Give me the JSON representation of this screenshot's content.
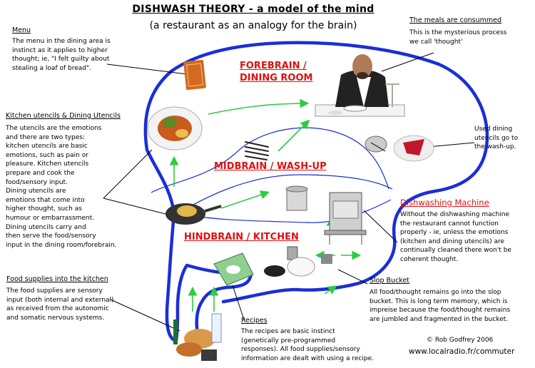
{
  "title": "DISHWASH THEORY - a model of the mind",
  "subtitle": "(a restaurant as an analogy for the brain)",
  "regions": {
    "forebrain": "FOREBRAIN /\nDINING ROOM",
    "midbrain": "MIDBRAIN / WASH-UP",
    "hindbrain": "HINDBRAIN / KITCHEN"
  },
  "notes": {
    "menu": {
      "heading": "Menu",
      "text": "The menu in the dining area is\ninstinct as it applies to higher\nthought; ie, \"I felt guilty about\nstealing a loaf of bread\"."
    },
    "utensils": {
      "heading": "Kitchen utencils & Dining Utencils",
      "text": "The utencils are the emotions\nand there are two types:\nkitchen utencils are basic\nemotions, such as pain or\npleasure. Kitchen utencils\nprepare and cook the\nfood/sensory input.\nDining utencils are\nemotions that come into\nhigher thought, such as\nhumour or embarrassment.\nDining utencils carry and\nthen serve the food/sensory\ninput in the dining room/forebrain."
    },
    "food": {
      "heading": "Food supplies into the kitchen",
      "text": "The food supplies are sensory\ninput (both internal and external)\nas received from the autonomic\nand somatic nervous systems."
    },
    "meals": {
      "heading": "The meals are consummed",
      "text": "This is the mysterious process\nwe call 'thought'"
    },
    "used": {
      "text": "Used dining\nutencils go to\nthe wash-up."
    },
    "dishwasher": {
      "heading": "Dishwashing Machine",
      "text": "Without the dishwashing machine\nthe restaurant cannot function\nproperly - ie, unless the emotions\n(kitchen and dining utencils) are\ncontinually cleaned there won't be\ncoherent thought."
    },
    "slop": {
      "heading": "Slop Bucket",
      "text": "All food/thought remains go into the slop\nbucket. This is long term memory, which is\nimpreise because the food/thought remains\nare jumbled and fragmented in the bucket."
    },
    "recipes": {
      "heading": "Recipes",
      "text": "The recipes are basic instinct\n(genetically pre-programmed\nresponses). All food supplies/sensory\ninformation are dealt with using a recipe."
    }
  },
  "credit": {
    "author": "© Rob Godfrey  2006",
    "url": "www.localradio.fr/commuter"
  },
  "colors": {
    "outline": "#1a2fd6",
    "inner": "#1a2fd6",
    "arrow": "#2ecc40",
    "region": "#d11111"
  },
  "icons": [
    "menu-book-icon",
    "plated-meal-icon",
    "diner-icon",
    "cutlery-icon",
    "frying-pan-icon",
    "used-dishes-icon",
    "ice-bucket-icon",
    "dishwasher-icon",
    "pot-and-plate-icon",
    "slop-bucket-icon",
    "food-bag-icon",
    "groceries-icon"
  ]
}
